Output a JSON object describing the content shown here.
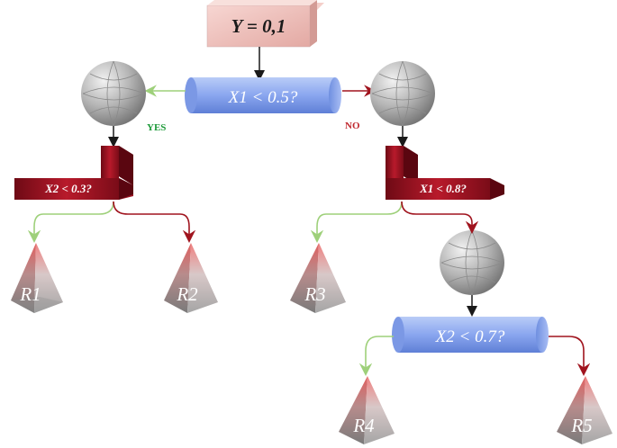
{
  "root": {
    "label": "Y = 0,1"
  },
  "decisions": {
    "x1": {
      "label": "X1 < 0.5?"
    },
    "x2a": {
      "label": "X2 < 0.3?"
    },
    "x1b": {
      "label": "X1 < 0.8?"
    },
    "x2b": {
      "label": "X2 < 0.7?"
    }
  },
  "edges": {
    "yes": {
      "label": "YES",
      "color": "#1e9a3a"
    },
    "no": {
      "label": "NO",
      "color": "#c0282f"
    }
  },
  "leaves": [
    {
      "label": "R1"
    },
    {
      "label": "R2"
    },
    {
      "label": "R3"
    },
    {
      "label": "R4"
    },
    {
      "label": "R5"
    }
  ],
  "colors": {
    "root_fill": "#f2c3be",
    "cylinder": "#8aa6ef",
    "lbox": "#9e1322",
    "green_arrow": "#9ed07a",
    "red_arrow": "#a0141e",
    "sphere": "#a9a9a9",
    "leaf_tip": "#d9534f"
  }
}
